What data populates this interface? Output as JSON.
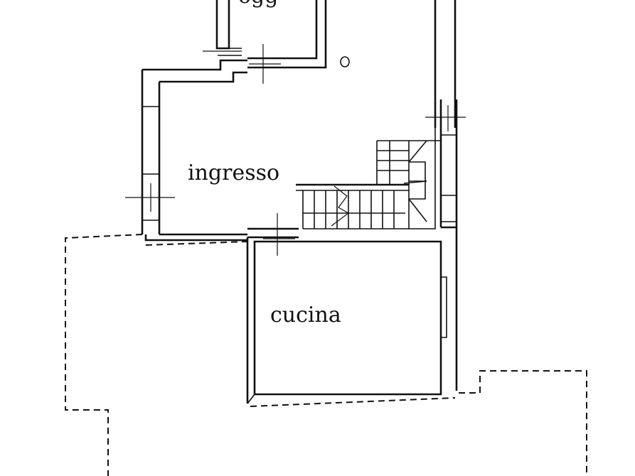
{
  "rooms": {
    "top_cut": "ogg",
    "entrance": "ingresso",
    "kitchen": "cucina"
  },
  "colors": {
    "ink": "#111111",
    "paper": "#ffffff"
  }
}
